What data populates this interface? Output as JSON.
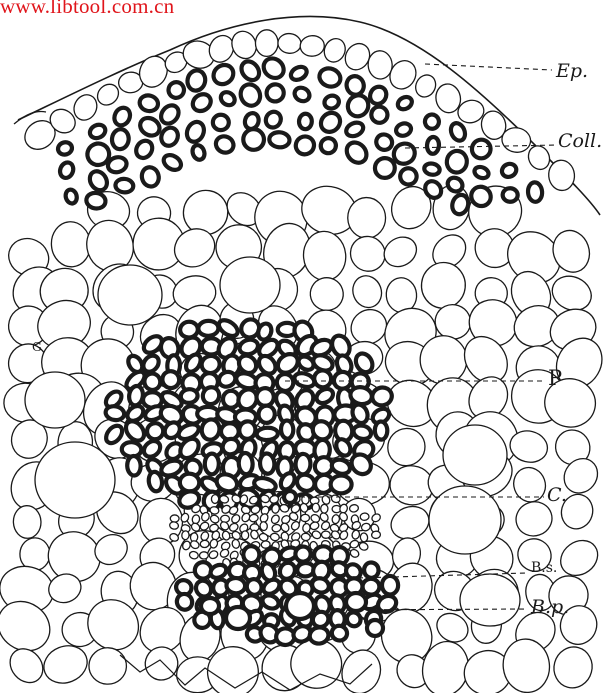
{
  "watermark": "www.libtool.com.cn",
  "stray_mark": "G",
  "labels": [
    {
      "id": "ep",
      "text": "Ep."
    },
    {
      "id": "coll",
      "text": "Coll."
    },
    {
      "id": "p",
      "text": "P"
    },
    {
      "id": "c",
      "text": "C."
    },
    {
      "id": "bs",
      "text": "B.s."
    },
    {
      "id": "bp",
      "text": "B.p."
    }
  ],
  "colors": {
    "ink": "#1a1a1a",
    "paper": "#ffffff",
    "watermark": "#e0151b"
  }
}
